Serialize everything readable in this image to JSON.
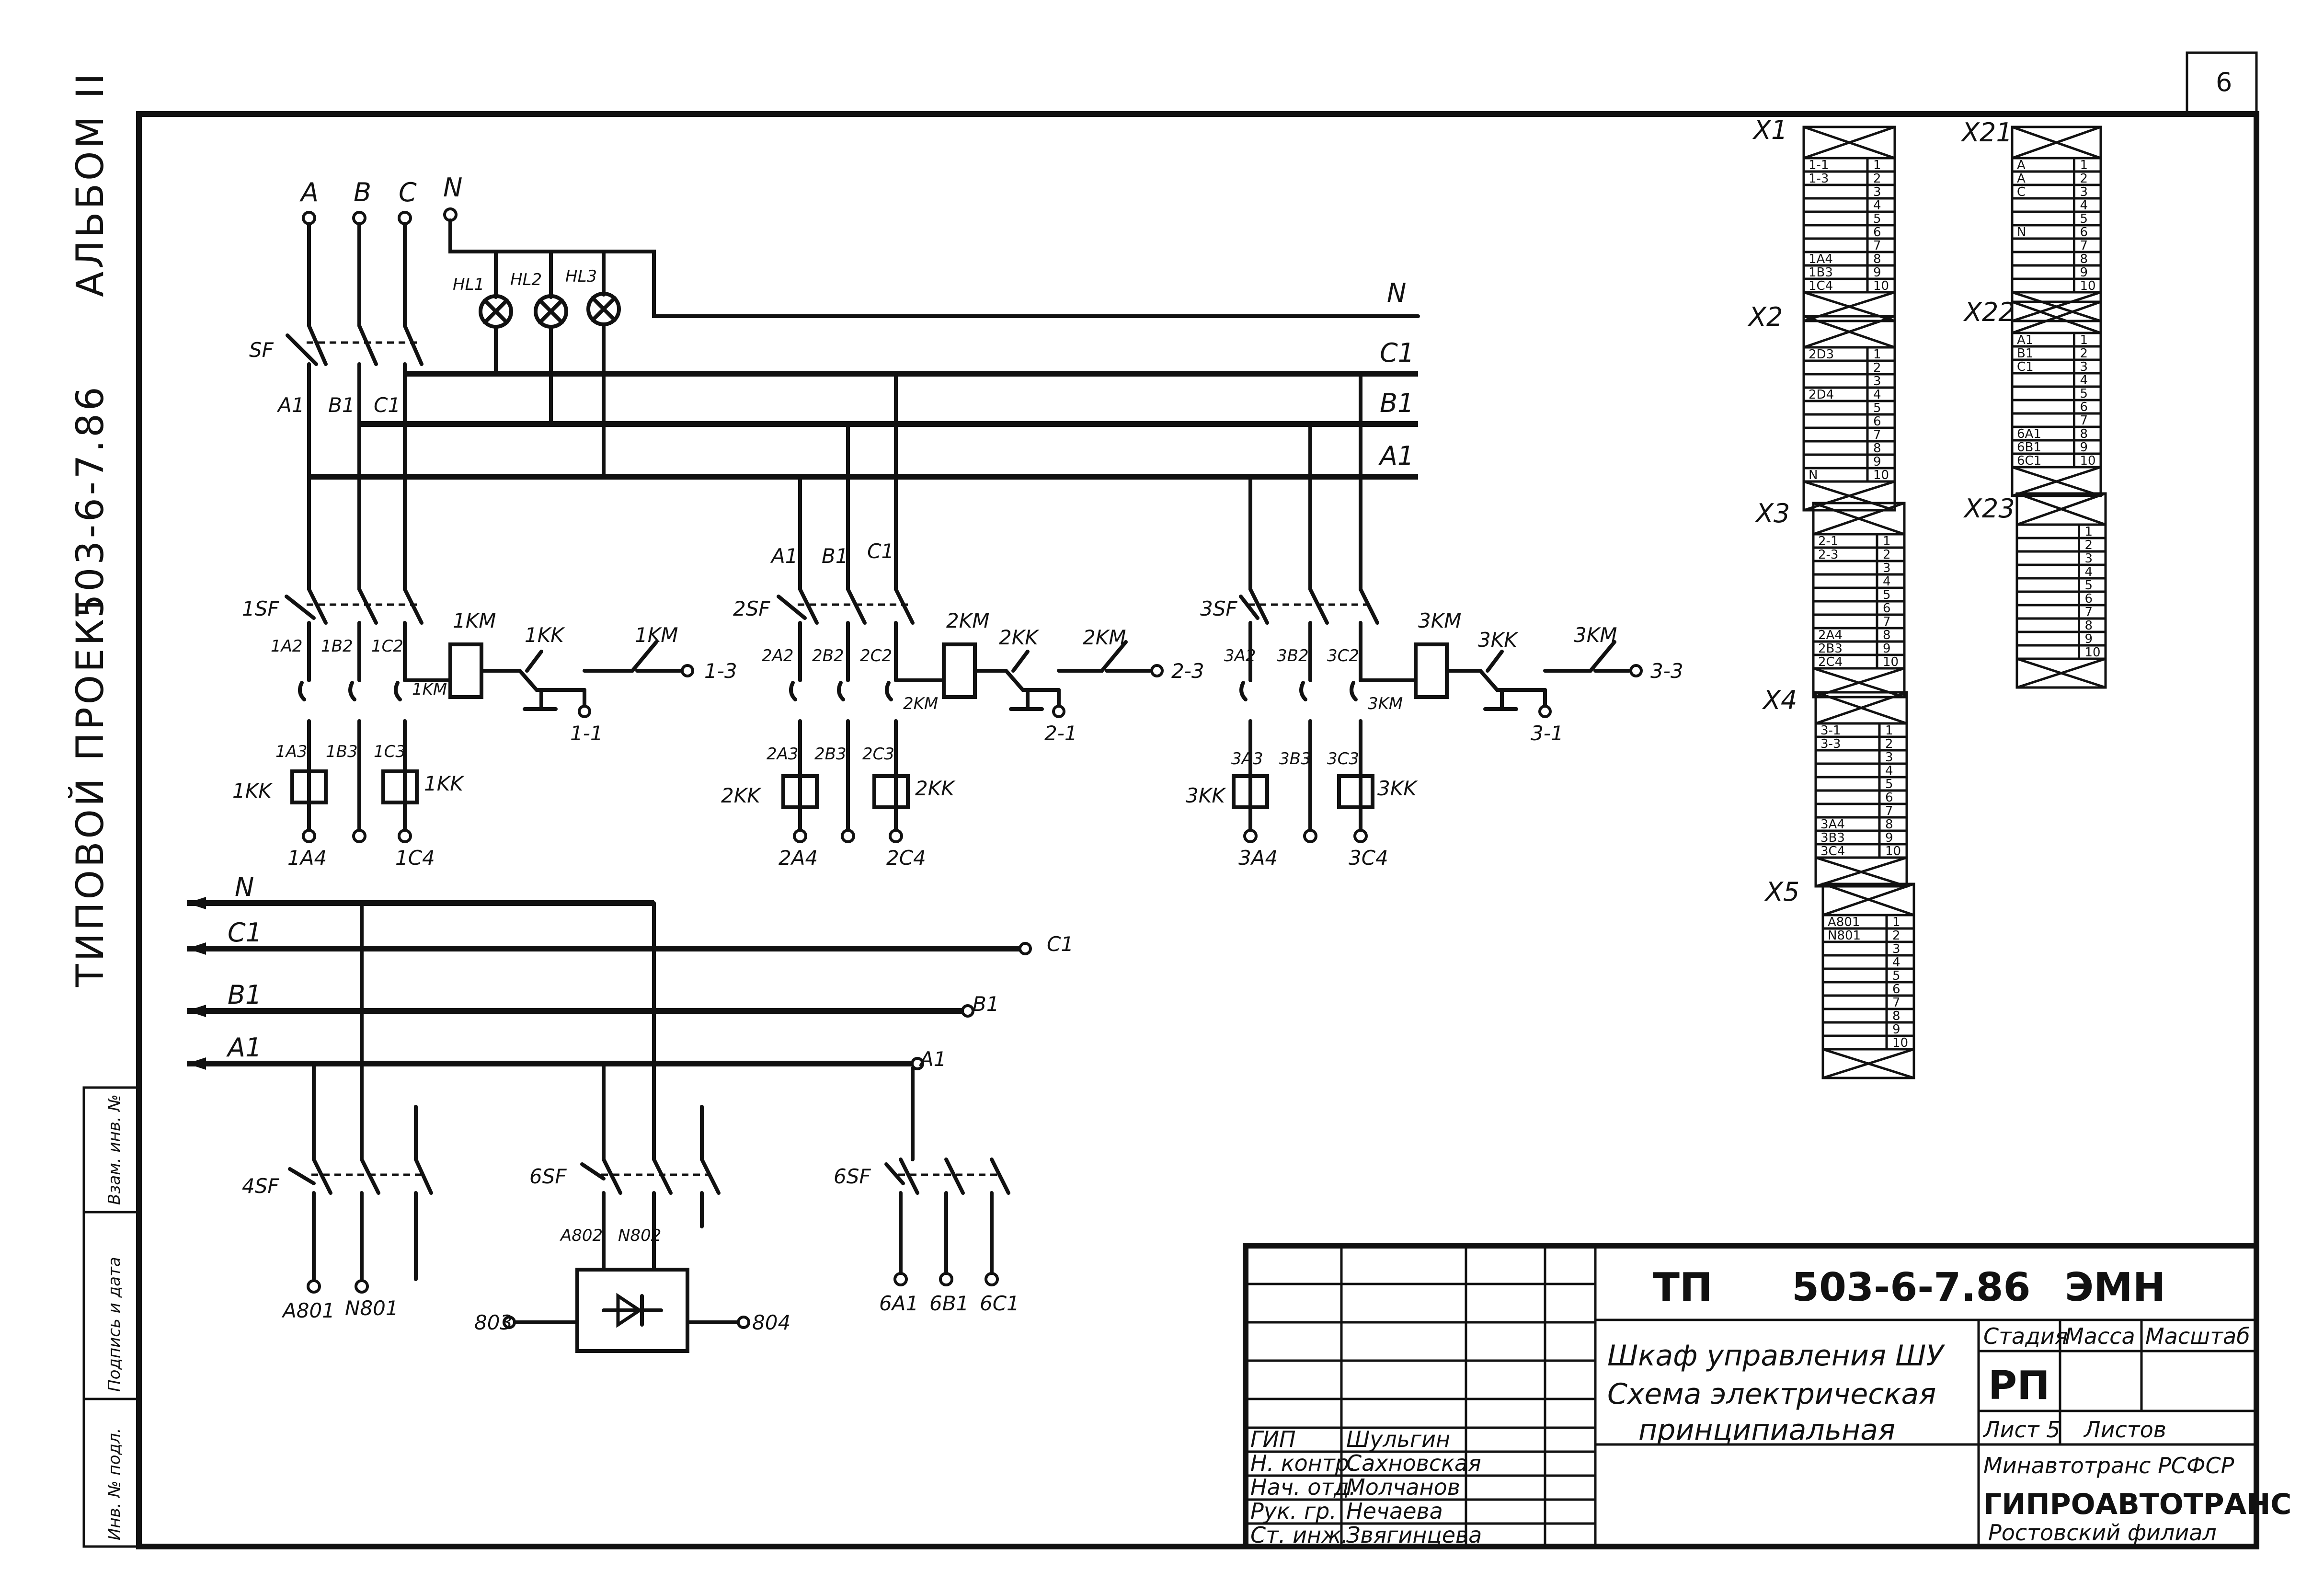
{
  "sheet_number": "6",
  "side_text": {
    "album": "АЛЬБОМ II",
    "project_code": "503-6-7.86",
    "project_type": "ТИПОВОЙ ПРОЕКТ"
  },
  "side_stamp_labels": [
    "Инв. № подл.",
    "Подпись и дата",
    "Взам. инв. №"
  ],
  "supply": {
    "phases": [
      "A",
      "B",
      "C",
      "N"
    ],
    "main_breaker": "SF",
    "lamps": [
      "HL1",
      "HL2",
      "HL3"
    ],
    "bus_labels": [
      "N",
      "C1",
      "B1",
      "A1"
    ],
    "phase_outputs": [
      "A1",
      "B1",
      "C1"
    ]
  },
  "feeders": [
    {
      "breaker": "1SF",
      "wires_top": [
        "1A2",
        "1B2",
        "1C2"
      ],
      "contactor": "1KM",
      "relay": "1KK",
      "aux": "1KM",
      "wires_mid": [
        "1A3",
        "1B3",
        "1C3"
      ],
      "wires_bottom": [
        "1A4",
        "1C4"
      ],
      "control_terms": [
        "1-3",
        "1-1"
      ]
    },
    {
      "breaker": "2SF",
      "wires_top": [
        "2A2",
        "2B2",
        "2C2"
      ],
      "contactor": "2KM",
      "relay": "2KK",
      "aux": "2KM",
      "wires_mid": [
        "2A3",
        "2B3",
        "2C3"
      ],
      "wires_bottom": [
        "2A4",
        "2C4"
      ],
      "control_terms": [
        "2-3",
        "2-1"
      ]
    },
    {
      "breaker": "3SF",
      "wires_top": [
        "3A2",
        "3B2",
        "3C2"
      ],
      "contactor": "3KM",
      "relay": "3KK",
      "aux": "3KM",
      "wires_mid": [
        "3A3",
        "3B3",
        "3C3"
      ],
      "wires_bottom": [
        "3A4",
        "3C4"
      ],
      "control_terms": [
        "3-3",
        "3-1"
      ]
    }
  ],
  "feeder_top_labels": [
    "A1",
    "B1",
    "C1"
  ],
  "lower_bus": {
    "labels": [
      "N",
      "C1",
      "B1",
      "A1"
    ],
    "outputs": [
      "C1",
      "B1",
      "A1"
    ],
    "breakers": [
      {
        "name": "4SF",
        "outputs": [
          "A801",
          "N801"
        ]
      },
      {
        "name": "6SF",
        "inputs": [
          "A802",
          "N802"
        ],
        "rectifier_io": [
          "803",
          "804"
        ]
      },
      {
        "name": "6SF",
        "outputs": [
          "6A1",
          "6B1",
          "6C1"
        ]
      }
    ]
  },
  "terminal_blocks": [
    {
      "name": "X1",
      "entries": [
        "1-1",
        "1-3",
        "",
        "",
        "",
        "",
        "",
        "1A4",
        "1B3",
        "1C4"
      ]
    },
    {
      "name": "X2",
      "entries": [
        "2D3",
        "",
        "",
        "2D4",
        "",
        "",
        "",
        "",
        "",
        "N"
      ]
    },
    {
      "name": "X3",
      "entries": [
        "2-1",
        "2-3",
        "",
        "",
        "",
        "",
        "",
        "2A4",
        "2B3",
        "2C4"
      ]
    },
    {
      "name": "X4",
      "entries": [
        "3-1",
        "3-3",
        "",
        "",
        "",
        "",
        "",
        "3A4",
        "3B3",
        "3C4"
      ]
    },
    {
      "name": "X5",
      "entries": [
        "A801",
        "N801",
        "",
        "",
        "",
        "",
        "",
        "",
        "",
        ""
      ]
    },
    {
      "name": "X21",
      "entries": [
        "A",
        "A",
        "C",
        "",
        "",
        "N",
        "",
        "",
        "",
        ""
      ]
    },
    {
      "name": "X22",
      "entries": [
        "A1",
        "B1",
        "C1",
        "",
        "",
        "",
        "",
        "6A1",
        "6B1",
        "6C1"
      ]
    },
    {
      "name": "X23",
      "entries": [
        "",
        "",
        "",
        "",
        "",
        "",
        "",
        "",
        "",
        ""
      ]
    }
  ],
  "title_block": {
    "designation": "ТП",
    "code": "503-6-7.86",
    "doc_type": "ЭМН",
    "title_line1": "Шкаф управления ШУ",
    "title_line2": "Схема электрическая",
    "title_line3": "принципиальная",
    "stage_label": "Стадия",
    "mass_label": "Масса",
    "scale_label": "Масштаб",
    "stage": "РП",
    "sheet_label": "Лист 5",
    "sheets_label": "Листов",
    "org1": "Минавтотранс РСФСР",
    "org2": "ГИПРОАВТОТРАНС",
    "org3": "Ростовский филиал",
    "roles": [
      "ГИП",
      "Н. контр.",
      "Нач. отд.",
      "Рук. гр.",
      "Ст. инж."
    ],
    "names": [
      "Шульгин",
      "Сахновская",
      "Молчанов",
      "Нечаева",
      "Звягинцева"
    ]
  }
}
